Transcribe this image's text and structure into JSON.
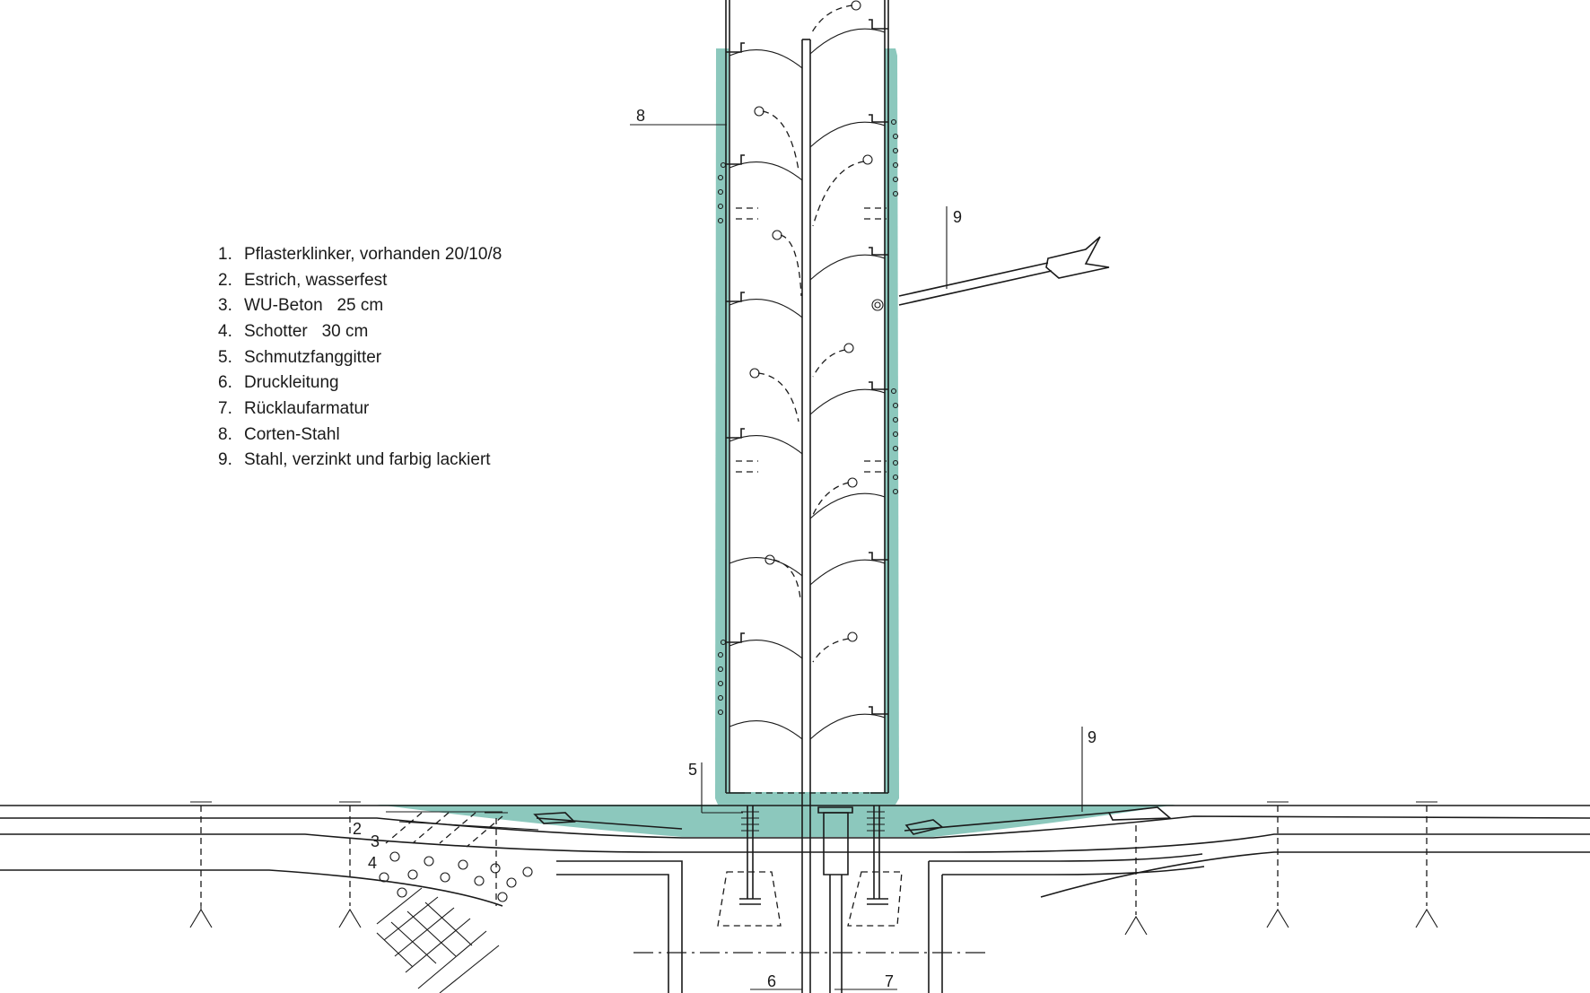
{
  "legend": {
    "items": [
      {
        "num": "1.",
        "text": "Pflasterklinker, vorhanden 20/10/8"
      },
      {
        "num": "2.",
        "text": "Estrich, wasserfest"
      },
      {
        "num": "3.",
        "text": "WU-Beton   25 cm"
      },
      {
        "num": "4.",
        "text": "Schotter   30 cm"
      },
      {
        "num": "5.",
        "text": "Schmutzfanggitter"
      },
      {
        "num": "6.",
        "text": "Druckleitung"
      },
      {
        "num": "7.",
        "text": "Rücklaufarmatur"
      },
      {
        "num": "8.",
        "text": "Corten-Stahl"
      },
      {
        "num": "9.",
        "text": "Stahl, verzinkt und farbig lackiert"
      }
    ]
  },
  "callouts": {
    "c8": "8",
    "c9_upper": "9",
    "c9_lower": "9",
    "c5": "5",
    "c2": "2",
    "c3": "3",
    "c4": "4",
    "c6": "6",
    "c7": "7"
  },
  "colors": {
    "accent_fill": "#8cc8bd",
    "ink": "#1a1a1a",
    "paper": "#ffffff"
  }
}
